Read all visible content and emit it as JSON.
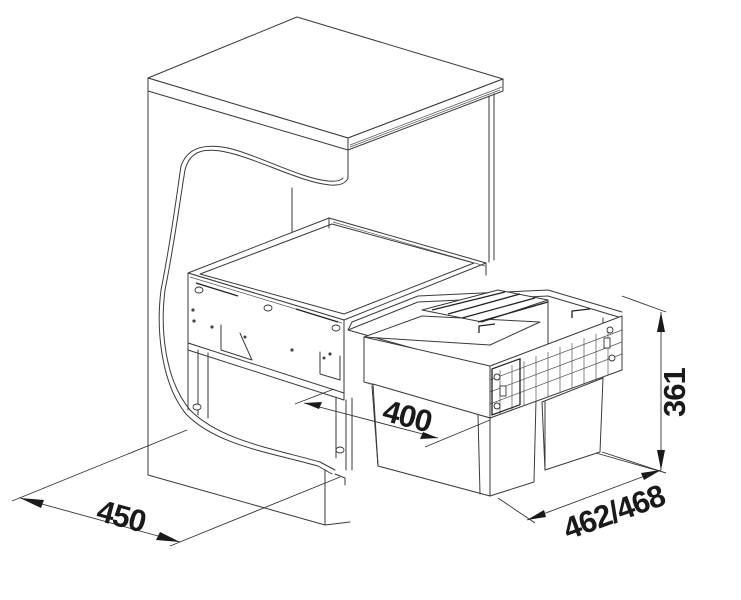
{
  "diagram": {
    "subject": "Pull-out waste bin system in base cabinet",
    "dimensions": {
      "cabinet_depth": {
        "label": "450",
        "unit": "mm"
      },
      "pullout_travel": {
        "label": "400",
        "unit": "mm"
      },
      "height": {
        "label": "361",
        "unit": "mm"
      },
      "unit_depth": {
        "label": "462/468",
        "unit": "mm"
      }
    },
    "colors": {
      "line": "#3a3a3a",
      "text": "#1a1a1a",
      "background": "#ffffff"
    }
  }
}
